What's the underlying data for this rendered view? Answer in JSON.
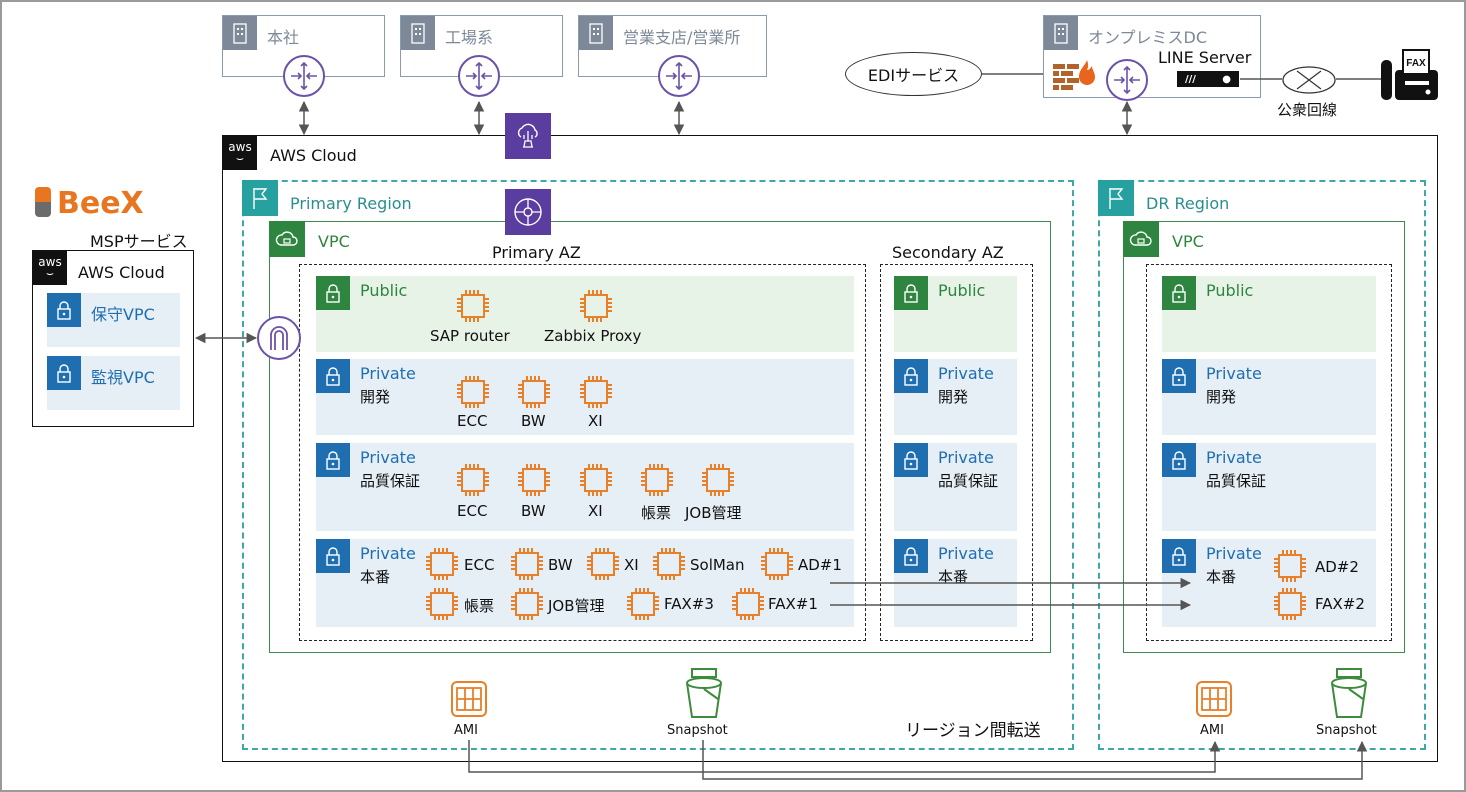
{
  "sites": [
    {
      "label": "本社"
    },
    {
      "label": "工場系"
    },
    {
      "label": "営業支店/営業所"
    },
    {
      "label": "オンプレミスDC"
    }
  ],
  "onprem": {
    "line_server": "LINE Server",
    "edi": "EDIサービス",
    "public_line": "公衆回線",
    "fax_label": "FAX"
  },
  "aws_cloud": {
    "label": "AWS Cloud",
    "badge": "aws"
  },
  "msp": {
    "brand": "BeeX",
    "service": "MSPサービス",
    "cloud_label": "AWS Cloud",
    "vpcs": [
      {
        "label": "保守VPC"
      },
      {
        "label": "監視VPC"
      }
    ]
  },
  "primary": {
    "region_label": "Primary Region",
    "vpc_label": "VPC",
    "az_label": "Primary AZ",
    "subnets": [
      {
        "title": "Public",
        "sub": "",
        "instances": [
          "SAP router",
          "Zabbix Proxy"
        ]
      },
      {
        "title": "Private",
        "sub": "開発",
        "instances": [
          "ECC",
          "BW",
          "XI"
        ]
      },
      {
        "title": "Private",
        "sub": "品質保証",
        "instances": [
          "ECC",
          "BW",
          "XI",
          "帳票",
          "JOB管理"
        ]
      },
      {
        "title": "Private",
        "sub": "本番",
        "instances": [
          "ECC",
          "BW",
          "XI",
          "SolMan",
          "AD#1",
          "帳票",
          "JOB管理",
          "FAX#3",
          "FAX#1"
        ]
      }
    ],
    "secondary_az_label": "Secondary AZ",
    "secondary_subnets": [
      {
        "title": "Public",
        "sub": ""
      },
      {
        "title": "Private",
        "sub": "開発"
      },
      {
        "title": "Private",
        "sub": "品質保証"
      },
      {
        "title": "Private",
        "sub": "本番"
      }
    ],
    "ami": "AMI",
    "snapshot": "Snapshot",
    "transfer": "リージョン間転送"
  },
  "dr": {
    "region_label": "DR Region",
    "vpc_label": "VPC",
    "subnets": [
      {
        "title": "Public",
        "sub": ""
      },
      {
        "title": "Private",
        "sub": "開発"
      },
      {
        "title": "Private",
        "sub": "品質保証"
      },
      {
        "title": "Private",
        "sub": "本番",
        "instances": [
          "AD#2",
          "FAX#2"
        ]
      }
    ],
    "ami": "AMI",
    "snapshot": "Snapshot"
  },
  "colors": {
    "router": "#6b52a8",
    "ec2": "#e8802a",
    "public": "#2e8540",
    "private": "#1f6fb0",
    "region": "#27a0a0",
    "snapshot": "#3d8b3d"
  }
}
